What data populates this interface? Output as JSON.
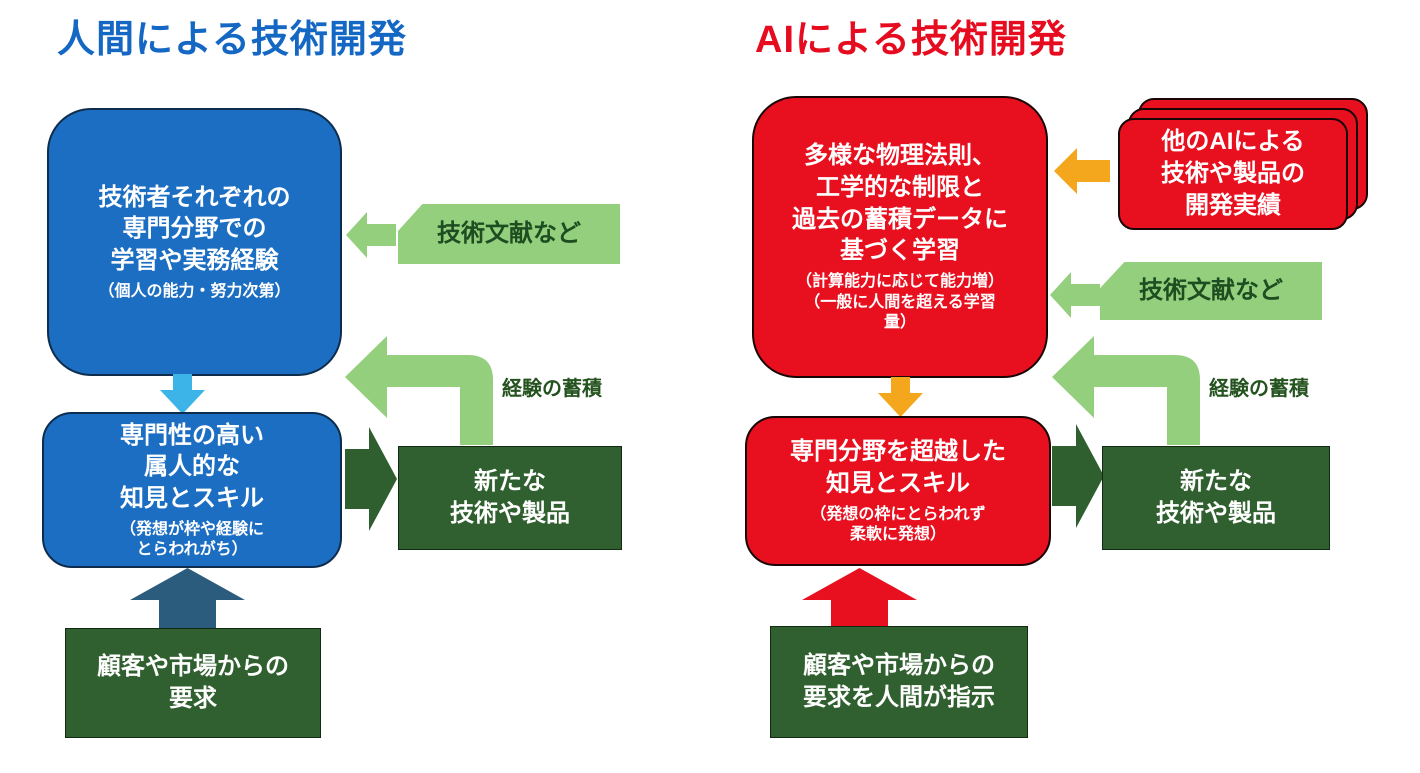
{
  "colors": {
    "blue_box": "#1c6ec2",
    "red_box": "#e8101f",
    "light_green": "#94cf7d",
    "dark_green": "#30602f",
    "teal_arrow": "#2b5c7d",
    "light_blue_arrow": "#3cb4e8",
    "orange_arrow": "#f4a71c",
    "title_blue": "#1468c4",
    "title_red": "#e60b1e",
    "green_label_text": "#24531f"
  },
  "left": {
    "title": "人間による技術開発",
    "learning_box": {
      "main": "技術者それぞれの\n専門分野での\n学習や実務経験",
      "sub": "（個人の能力・努力次第）"
    },
    "literature_box": "技術文献など",
    "experience_label": "経験の蓄積",
    "knowledge_box": {
      "main": "専門性の高い\n属人的な\n知見とスキル",
      "sub": "（発想が枠や経験に\nとらわれがち）"
    },
    "product_box": "新たな\n技術や製品",
    "demand_box": "顧客や市場からの\n要求"
  },
  "right": {
    "title": "AIによる技術開発",
    "learning_box": {
      "main": "多様な物理法則、\n工学的な制限と\n過去の蓄積データに\n基づく学習",
      "sub": "（計算能力に応じて能力増）\n（一般に人間を超える学習\n量）"
    },
    "other_ai_box": "他のAIによる\n技術や製品の\n開発実績",
    "literature_box": "技術文献など",
    "experience_label": "経験の蓄積",
    "knowledge_box": {
      "main": "専門分野を超越した\n知見とスキル",
      "sub": "（発想の枠にとらわれず\n柔軟に発想）"
    },
    "product_box": "新たな\n技術や製品",
    "demand_box": "顧客や市場からの\n要求を人間が指示"
  }
}
